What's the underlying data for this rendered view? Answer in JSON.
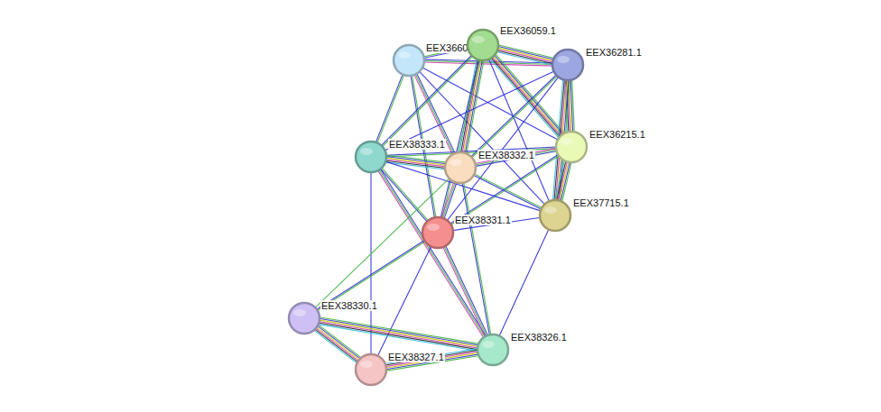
{
  "diagram": {
    "nodes": [
      {
        "text": [
          "EEX36602.1"
        ]
      },
      {
        "text": [
          "EEX36059.1"
        ]
      },
      {
        "text": [
          "EEX36281.1"
        ]
      },
      {
        "text": [
          "EEX36215.1"
        ]
      },
      {
        "text": [
          "EEX38333.1"
        ]
      },
      {
        "text": [
          "EEX38332.1"
        ]
      },
      {
        "text": [
          "EEX37715.1"
        ]
      },
      {
        "text": [
          "EEX38331.1"
        ]
      },
      {
        "text": [
          "EEX38330.1"
        ]
      },
      {
        "text": [
          "EEX38326.1"
        ]
      },
      {
        "text": [
          "EEX38327.1"
        ]
      }
    ],
    "edges": [
      {
        "from": 0,
        "to": 1,
        "arrow": "none"
      },
      {
        "from": 0,
        "to": 2,
        "arrow": "none"
      },
      {
        "from": 0,
        "to": 3,
        "arrow": "none"
      },
      {
        "from": 0,
        "to": 4,
        "arrow": "none"
      },
      {
        "from": 0,
        "to": 5,
        "arrow": "none"
      },
      {
        "from": 0,
        "to": 6,
        "arrow": "none"
      },
      {
        "from": 0,
        "to": 7,
        "arrow": "none"
      },
      {
        "from": 1,
        "to": 2,
        "arrow": "none"
      },
      {
        "from": 1,
        "to": 3,
        "arrow": "none"
      },
      {
        "from": 1,
        "to": 4,
        "arrow": "none"
      },
      {
        "from": 1,
        "to": 5,
        "arrow": "none"
      },
      {
        "from": 1,
        "to": 6,
        "arrow": "none"
      },
      {
        "from": 1,
        "to": 7,
        "arrow": "none"
      },
      {
        "from": 2,
        "to": 3,
        "arrow": "none"
      },
      {
        "from": 2,
        "to": 4,
        "arrow": "none"
      },
      {
        "from": 2,
        "to": 5,
        "arrow": "none"
      },
      {
        "from": 2,
        "to": 6,
        "arrow": "none"
      },
      {
        "from": 2,
        "to": 7,
        "arrow": "none"
      },
      {
        "from": 3,
        "to": 4,
        "arrow": "none"
      },
      {
        "from": 3,
        "to": 5,
        "arrow": "none"
      },
      {
        "from": 3,
        "to": 6,
        "arrow": "none"
      },
      {
        "from": 3,
        "to": 7,
        "arrow": "none"
      },
      {
        "from": 4,
        "to": 5,
        "arrow": "none"
      },
      {
        "from": 4,
        "to": 6,
        "arrow": "none"
      },
      {
        "from": 4,
        "to": 7,
        "arrow": "none"
      },
      {
        "from": 4,
        "to": 9,
        "arrow": "none"
      },
      {
        "from": 4,
        "to": 10,
        "arrow": "none"
      },
      {
        "from": 5,
        "to": 6,
        "arrow": "none"
      },
      {
        "from": 5,
        "to": 7,
        "arrow": "none"
      },
      {
        "from": 5,
        "to": 8,
        "arrow": "none"
      },
      {
        "from": 5,
        "to": 9,
        "arrow": "none"
      },
      {
        "from": 6,
        "to": 7,
        "arrow": "none"
      },
      {
        "from": 6,
        "to": 9,
        "arrow": "none"
      },
      {
        "from": 7,
        "to": 8,
        "arrow": "none"
      },
      {
        "from": 7,
        "to": 9,
        "arrow": "none"
      },
      {
        "from": 7,
        "to": 10,
        "arrow": "none"
      },
      {
        "from": 8,
        "to": 9,
        "arrow": "none"
      },
      {
        "from": 8,
        "to": 10,
        "arrow": "none"
      },
      {
        "from": 9,
        "to": 10,
        "arrow": "none"
      }
    ]
  }
}
